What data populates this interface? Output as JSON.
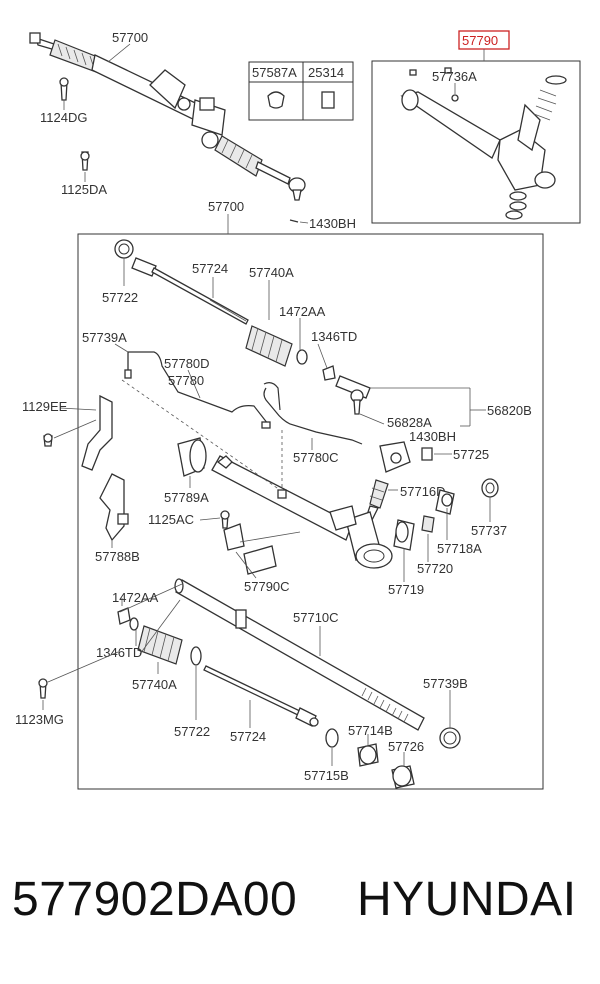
{
  "diagram": {
    "highlight_color": "#cc2222",
    "labels": {
      "l57700a": "57700",
      "l1124dg": "1124DG",
      "l1125da": "1125DA",
      "l1430bh_top": "1430BH",
      "l57587a": "57587A",
      "l25314": "25314",
      "l57790_hl": "57790",
      "l57736a": "57736A",
      "l57700b": "57700",
      "l57722a": "57722",
      "l57724a": "57724",
      "l57740a_top": "57740A",
      "l1472aa_top": "1472AA",
      "l1346td_top": "1346TD",
      "l57739a": "57739A",
      "l57780d": "57780D",
      "l57780": "57780",
      "l1129ee": "1129EE",
      "l56828a": "56828A",
      "l56820b": "56820B",
      "l1430bh_mid": "1430BH",
      "l57780c": "57780C",
      "l57725": "57725",
      "l57716d": "57716D",
      "l57789a": "57789A",
      "l1125ac": "1125AC",
      "l57737": "57737",
      "l57718a": "57718A",
      "l57788b": "57788B",
      "l57790c": "57790C",
      "l57720": "57720",
      "l57719": "57719",
      "l1472aa_bot": "1472AA",
      "l57710c": "57710C",
      "l1346td_bot": "1346TD",
      "l57740a_bot": "57740A",
      "l57739b": "57739B",
      "l1123mg": "1123MG",
      "l57722b": "57722",
      "l57724b": "57724",
      "l57714b": "57714B",
      "l57726": "57726",
      "l57715b": "57715B"
    }
  },
  "caption": {
    "part_number": "577902DA00",
    "brand": "HYUNDAI"
  }
}
